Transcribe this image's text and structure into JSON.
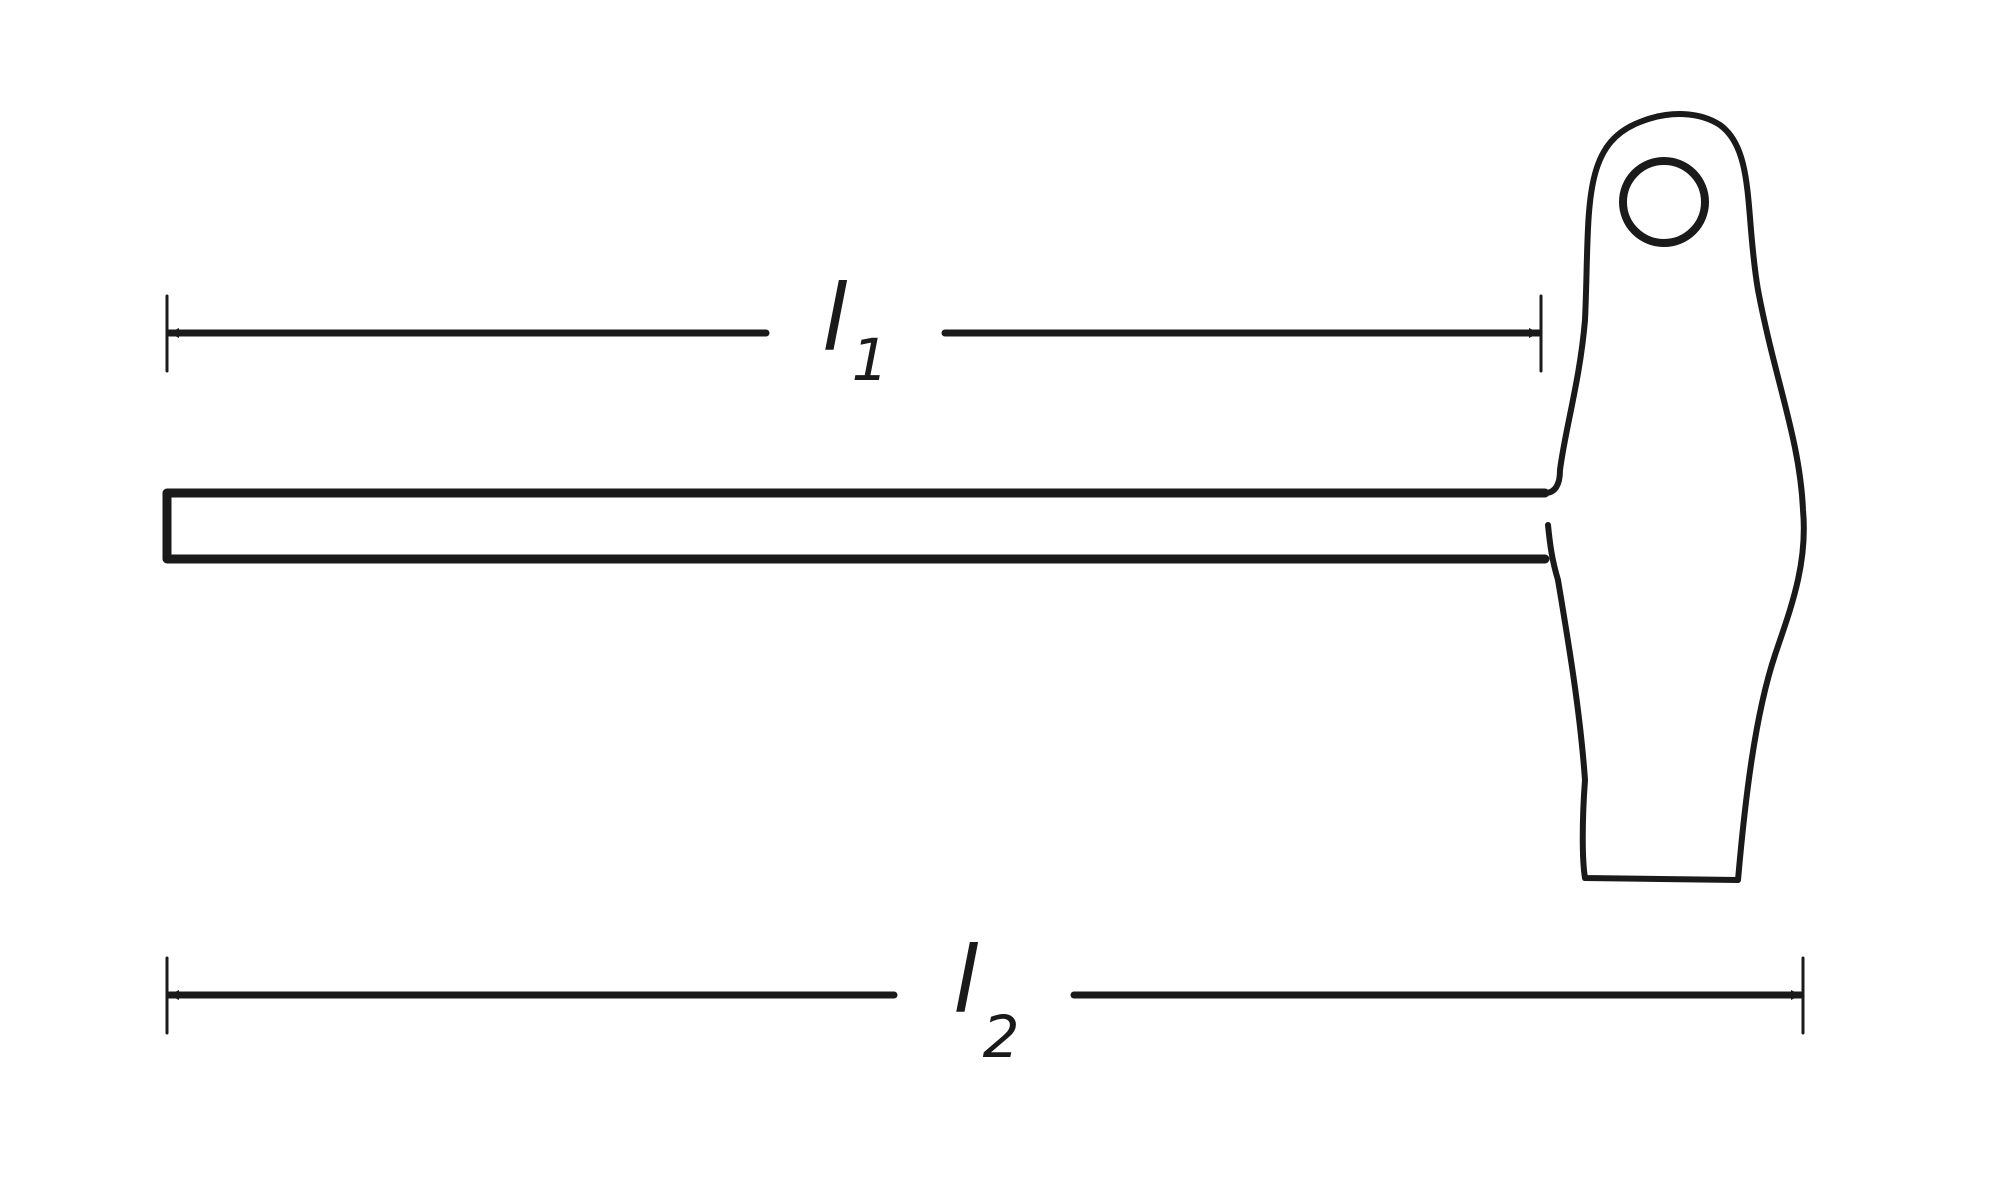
{
  "dimensions": {
    "l1": {
      "symbol": "l",
      "subscript": "1"
    },
    "l2": {
      "symbol": "l",
      "subscript": "2"
    }
  },
  "colors": {
    "line": "#1a1a1a",
    "background": "#ffffff"
  }
}
